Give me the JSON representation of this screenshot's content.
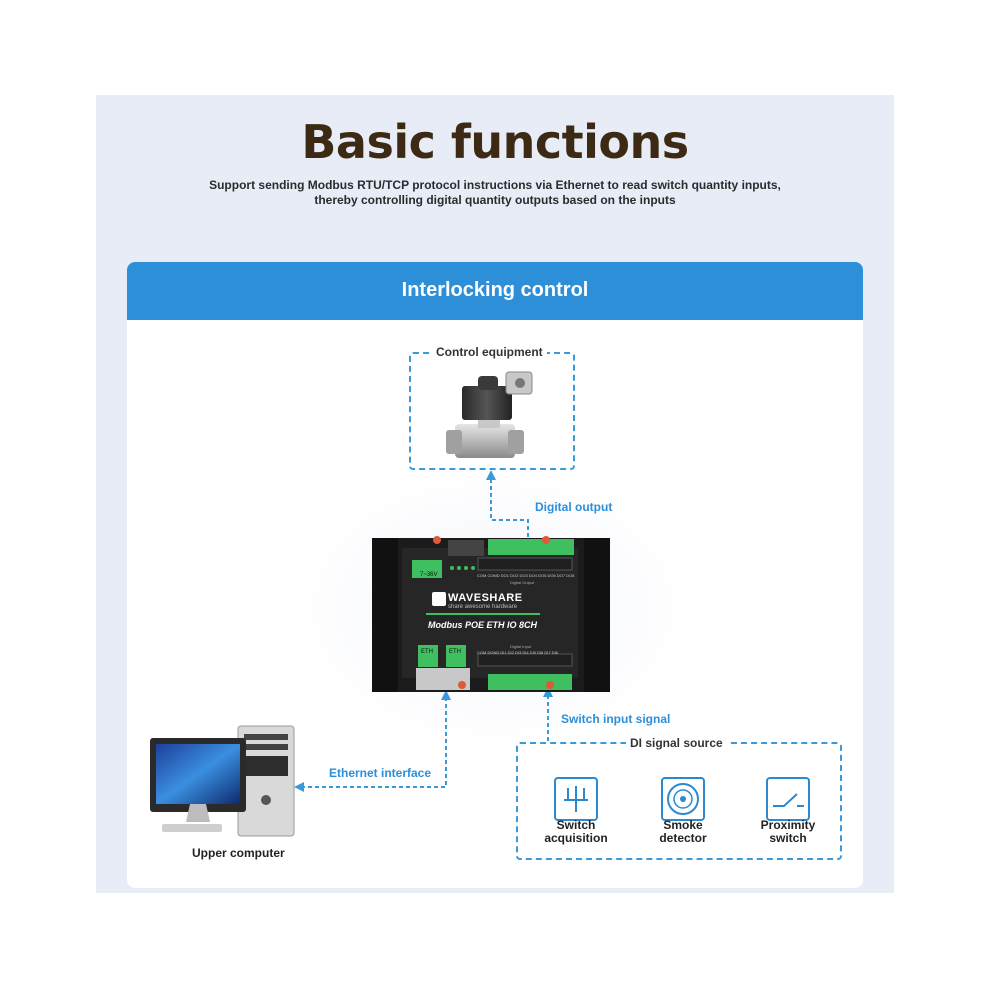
{
  "header": {
    "title": "Basic functions",
    "subtitle_line1": "Support sending Modbus RTU/TCP protocol instructions via Ethernet to read switch quantity inputs,",
    "subtitle_line2": "thereby controlling digital quantity outputs based on the inputs"
  },
  "card": {
    "title": "Interlocking control"
  },
  "diagram": {
    "control_equipment": "Control equipment",
    "digital_output": "Digital output",
    "switch_input_signal": "Switch input signal",
    "ethernet_interface": "Ethernet interface",
    "upper_computer": "Upper computer",
    "di_signal_source": "DI signal source",
    "sources": [
      {
        "label_line1": "Switch",
        "label_line2": "acquisition",
        "icon": "switch-acquisition-icon"
      },
      {
        "label_line1": "Smoke",
        "label_line2": "detector",
        "icon": "smoke-detector-icon"
      },
      {
        "label_line1": "Proximity",
        "label_line2": "switch",
        "icon": "proximity-switch-icon"
      }
    ]
  },
  "device": {
    "brand": "WAVESHARE",
    "tagline": "share awesome hardware",
    "model": "Modbus POE ETH IO 8CH",
    "power_label": "7~36V",
    "eth1": "ETH",
    "eth2": "ETH",
    "digital_output_label": "Digital Output",
    "digital_input_label": "Digital Input",
    "output_pins": "COM COMD DO1 DO2 DO3 DO4 DO5 DO6 DO7 DO8",
    "input_pins": "COM DGND DI1 DI2 DI3 DI4 DI5 DI6 DI7 DI8"
  },
  "colors": {
    "accent": "#2c8fd8",
    "title_brown": "#3d2a14",
    "panel_bg": "#e8ecf7",
    "terminal_green": "#3fbf5f"
  }
}
